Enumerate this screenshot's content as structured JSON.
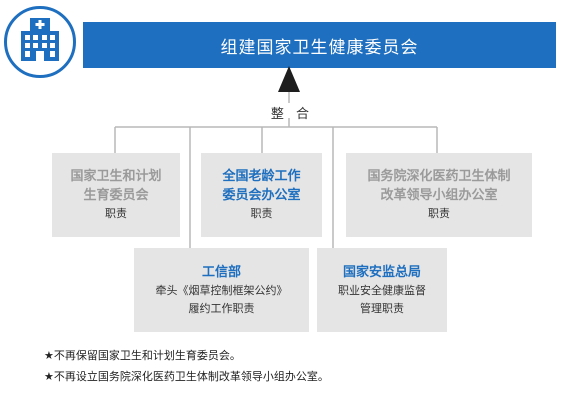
{
  "header": {
    "title": "组建国家卫生健康委员会"
  },
  "merge_label": "整 合",
  "boxes": {
    "nhfpc": {
      "title_l1": "国家卫生和计划",
      "title_l2": "生育委员会",
      "sub_l1": "职责"
    },
    "aging": {
      "title_l1": "全国老龄工作",
      "title_l2": "委员会办公室",
      "sub_l1": "职责"
    },
    "reform": {
      "title_l1": "国务院深化医药卫生体制",
      "title_l2": "改革领导小组办公室",
      "sub_l1": "职责"
    },
    "miit": {
      "title_l1": "工信部",
      "sub_l1": "牵头《烟草控制框架公约》",
      "sub_l2": "履约工作职责"
    },
    "safety": {
      "title_l1": "国家安监总局",
      "sub_l1": "职业安全健康监督",
      "sub_l2": "管理职责"
    }
  },
  "footnotes": [
    "★不再保留国家卫生和计划生育委员会。",
    "★不再设立国务院深化医药卫生体制改革领导小组办公室。"
  ],
  "colors": {
    "accent": "#1e6fbf",
    "box_bg": "#e5e5e5",
    "muted_text": "#9a9a9a"
  },
  "icons": [
    "hospital-building-icon"
  ]
}
